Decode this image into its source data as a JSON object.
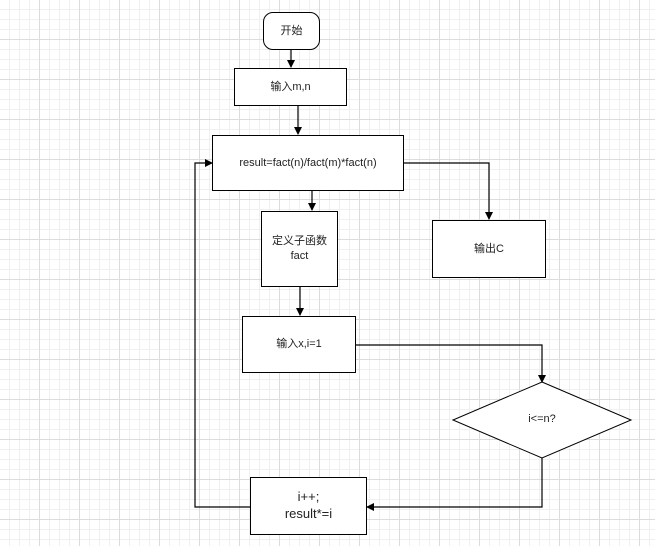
{
  "diagram": {
    "nodes": {
      "start": "开始",
      "input_mn": "输入m,n",
      "result": "result=fact(n)/fact(m)*fact(n)",
      "define_fact": "定义子函数\nfact",
      "output": "输出C",
      "input_x": "输入x,i=1",
      "condition": "i<=n?",
      "loop_body": "i++;\nresult*=i"
    }
  }
}
